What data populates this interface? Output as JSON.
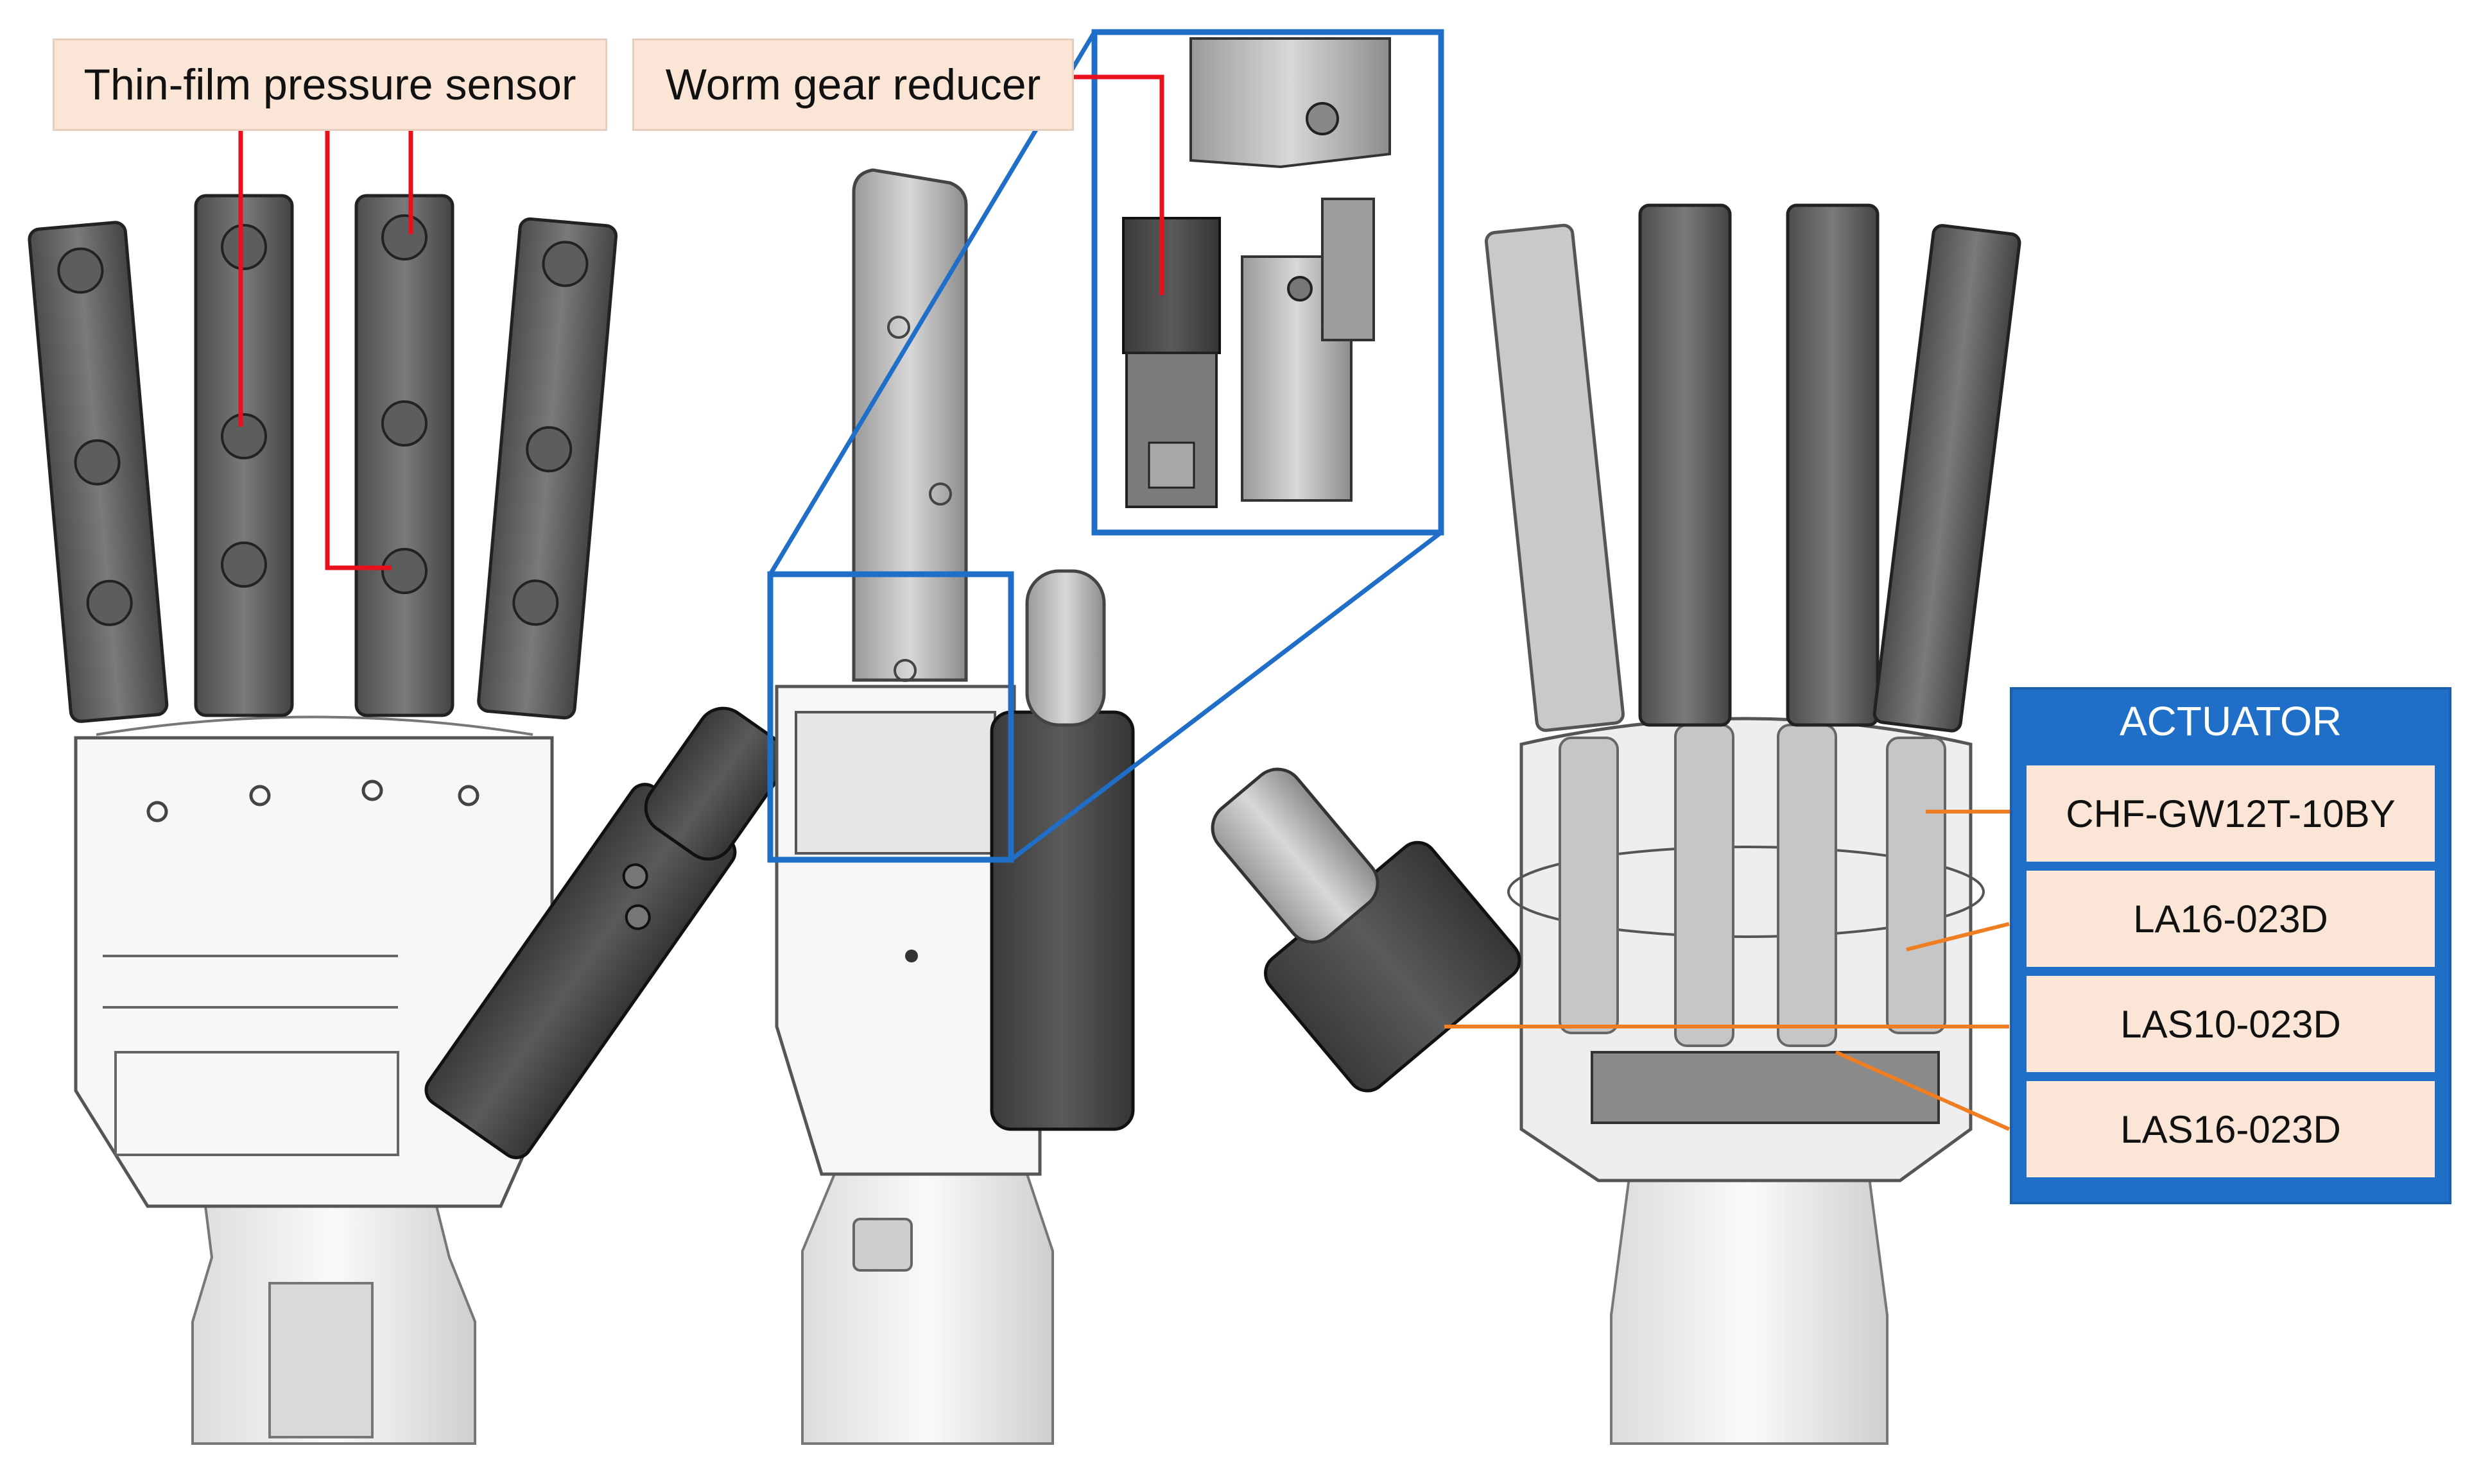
{
  "callouts": {
    "sensor_label": "Thin-film pressure sensor",
    "worm_label": "Worm gear reducer"
  },
  "actuator": {
    "title": "ACTUATOR",
    "items": [
      {
        "label": "CHF-GW12T-10BY"
      },
      {
        "label": "LA16-023D"
      },
      {
        "label": "LAS10-023D"
      },
      {
        "label": "LAS16-023D"
      }
    ]
  },
  "colors": {
    "callout_fill": "#fbe5d6",
    "leader_red": "#e8101a",
    "leader_orange": "#ef7d22",
    "frame_blue": "#1f6fc8",
    "finger_dark": "#4a4a4a",
    "body_light": "#f2f2f2"
  }
}
